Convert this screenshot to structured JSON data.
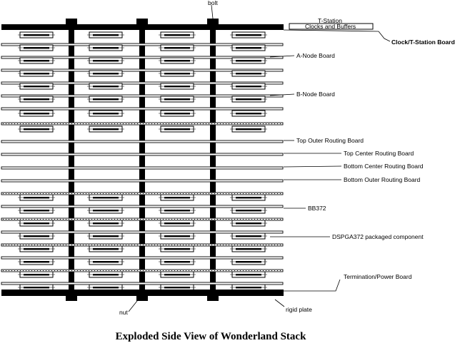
{
  "diagram": {
    "caption": "Exploded Side View of Wonderland Stack",
    "labels": {
      "bolt": "bolt",
      "t_station_line1": "T-Station",
      "t_station_line2": "Clocks and Buffers",
      "clock_board": "Clock/T-Station Board",
      "a_node": "A-Node Board",
      "b_node": "B-Node Board",
      "top_outer": "Top Outer Routing Board",
      "top_center": "Top Center Routing Board",
      "bottom_center": "Bottom Center Routing Board",
      "bottom_outer": "Bottom Outer Routing Board",
      "bb372": "BB372",
      "dspga": "DSPGA372 packaged component",
      "termination": "Termination/Power Board",
      "nut": "nut",
      "rigid_plate": "rigid plate"
    }
  }
}
